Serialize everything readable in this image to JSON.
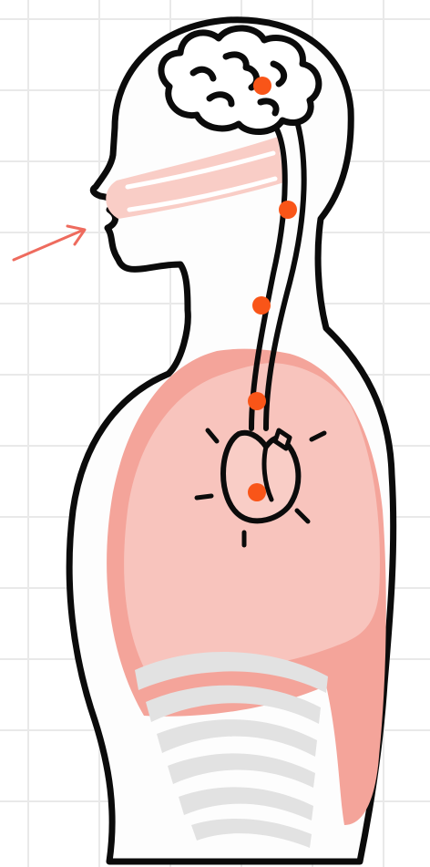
{
  "diagram": {
    "subject": "human-body-cross-section",
    "labels": [],
    "colors": {
      "outline": "#0b0b0b",
      "torso_fill": "#fdfdfd",
      "lung_light": "#f8c4bd",
      "lung_dark": "#f4a49a",
      "airway": "#f9cdc6",
      "back_shadow": "#6b5a4c",
      "ribs": "#e2e2e2",
      "marker": "#f95518",
      "arrow": "#ee6b5e",
      "grid": "#e9e9e9"
    },
    "icons": [
      "brain-icon",
      "heart-icon",
      "pointer-arrow-icon"
    ],
    "markers": [
      "brain-marker",
      "throat-marker",
      "neck-marker",
      "chest-marker",
      "heart-marker"
    ]
  }
}
